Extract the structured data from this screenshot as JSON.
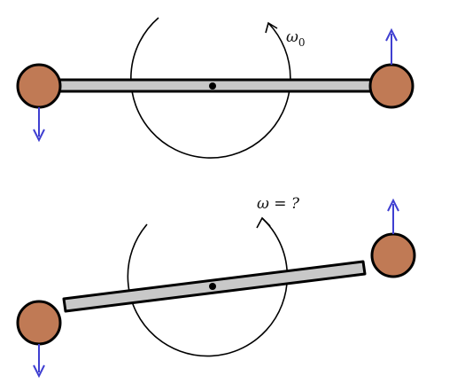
{
  "colors": {
    "ball": "#c07a55",
    "outline": "#000000",
    "rod": "#c8c8c8",
    "velocity_arrow": "#3f3fd1"
  },
  "top_panel": {
    "omega_symbol": "ω",
    "omega_subscript": "0"
  },
  "bottom_panel": {
    "omega_label": "ω = ?"
  }
}
